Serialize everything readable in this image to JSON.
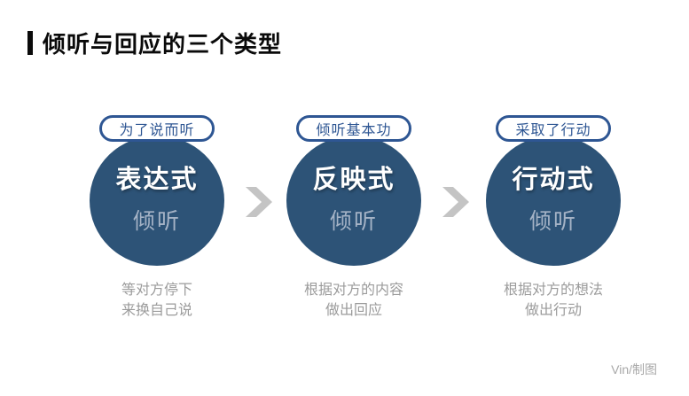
{
  "title": {
    "marker": "|",
    "text": "倾听与回应的三个类型"
  },
  "items": [
    {
      "badge": "为了说而听",
      "circle_title": "表达式",
      "circle_subtitle": "倾听",
      "desc_line1": "等对方停下",
      "desc_line2": "来换自己说"
    },
    {
      "badge": "倾听基本功",
      "circle_title": "反映式",
      "circle_subtitle": "倾听",
      "desc_line1": "根据对方的内容",
      "desc_line2": "做出回应"
    },
    {
      "badge": "采取了行动",
      "circle_title": "行动式",
      "circle_subtitle": "倾听",
      "desc_line1": "根据对方的想法",
      "desc_line2": "做出行动"
    }
  ],
  "credit": "Vin/制图",
  "colors": {
    "background": "#FFFFFF",
    "title_text": "#0A0A0A",
    "circle_fill": "#2D5377",
    "badge_accent": "#2E5693",
    "circle_title_text": "#FFFFFF",
    "circle_subtitle_text": "#A5B3C6",
    "arrow": "#C4C4C4",
    "description_text": "#9B9B9B",
    "credit_text": "#A8A8A8"
  }
}
